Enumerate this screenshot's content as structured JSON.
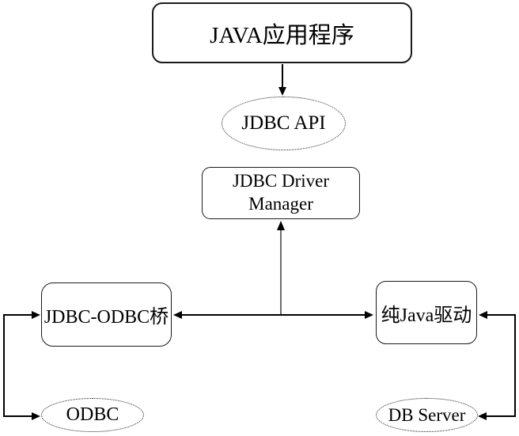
{
  "diagram": {
    "background_color": "#ffffff",
    "line_color": "#000000",
    "text_color": "#000000",
    "nodes": {
      "java_app": {
        "label": "JAVA应用程序",
        "shape": "rounded-rectangle"
      },
      "jdbc_api": {
        "label": "JDBC API",
        "shape": "dotted-ellipse"
      },
      "jdbc_driver_manager": {
        "label": "JDBC Driver Manager",
        "shape": "rounded-rectangle"
      },
      "jdbc_odbc_bridge": {
        "label": "JDBC-ODBC桥",
        "shape": "rounded-rectangle"
      },
      "pure_java_driver": {
        "label": "纯Java驱动",
        "shape": "rounded-rectangle"
      },
      "odbc": {
        "label": "ODBC",
        "shape": "dotted-ellipse"
      },
      "db_server": {
        "label": "DB Server",
        "shape": "dotted-ellipse"
      }
    },
    "edges": [
      {
        "from": "java_app",
        "to": "jdbc_api",
        "style": "single-arrow-down"
      },
      {
        "from": "driver-junction",
        "to": "jdbc_driver_manager",
        "style": "single-arrow-up"
      },
      {
        "from": "jdbc_odbc_bridge",
        "to": "pure_java_driver",
        "style": "double-headed-horizontal"
      },
      {
        "from": "jdbc_odbc_bridge",
        "to": "odbc",
        "style": "left-bracket-arrows-into-both"
      },
      {
        "from": "pure_java_driver",
        "to": "db_server",
        "style": "right-bracket-arrows-into-both"
      }
    ]
  }
}
